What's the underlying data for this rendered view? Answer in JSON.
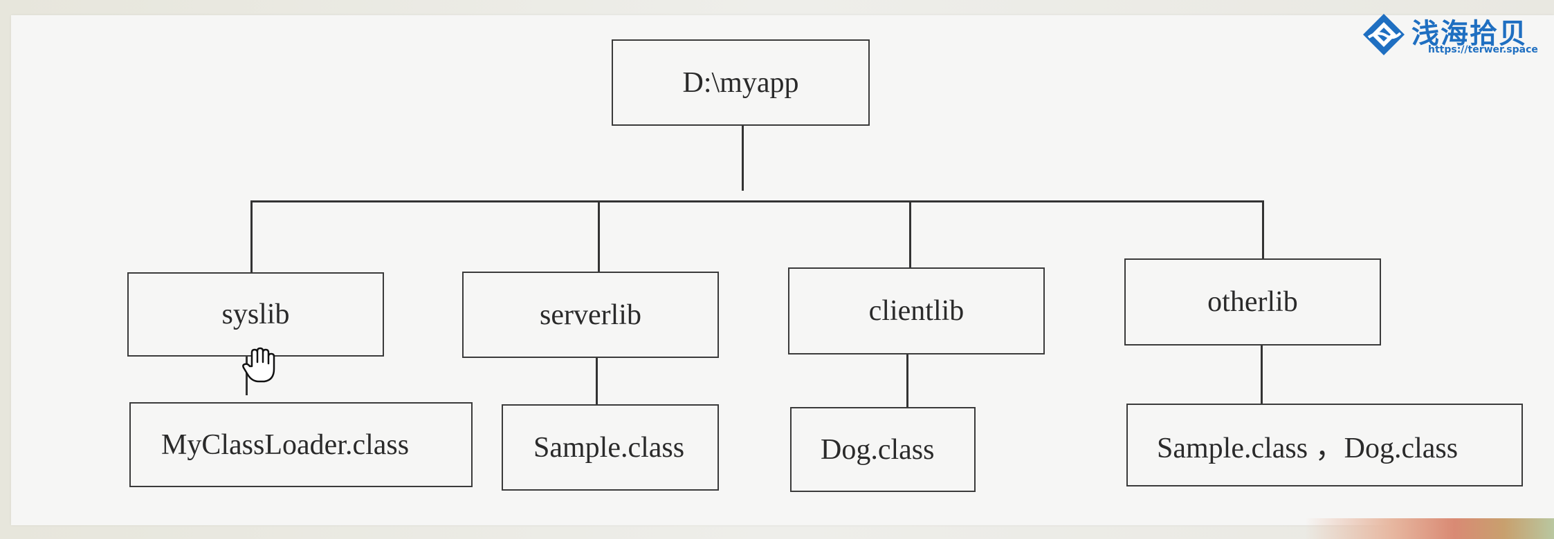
{
  "diagram": {
    "root": {
      "label": "D:\\myapp"
    },
    "libraries": [
      {
        "label": "syslib",
        "contents": "MyClassLoader.class"
      },
      {
        "label": "serverlib",
        "contents": "Sample.class"
      },
      {
        "label": "clientlib",
        "contents": "Dog.class"
      },
      {
        "label": "otherlib",
        "contents": "Sample.class ，Dog.class"
      }
    ]
  },
  "watermark": {
    "name": "浅海拾贝",
    "url": "https://terwer.space",
    "color": "#1f6fc1"
  },
  "cursor": {
    "icon": "hand-pointer-icon"
  }
}
